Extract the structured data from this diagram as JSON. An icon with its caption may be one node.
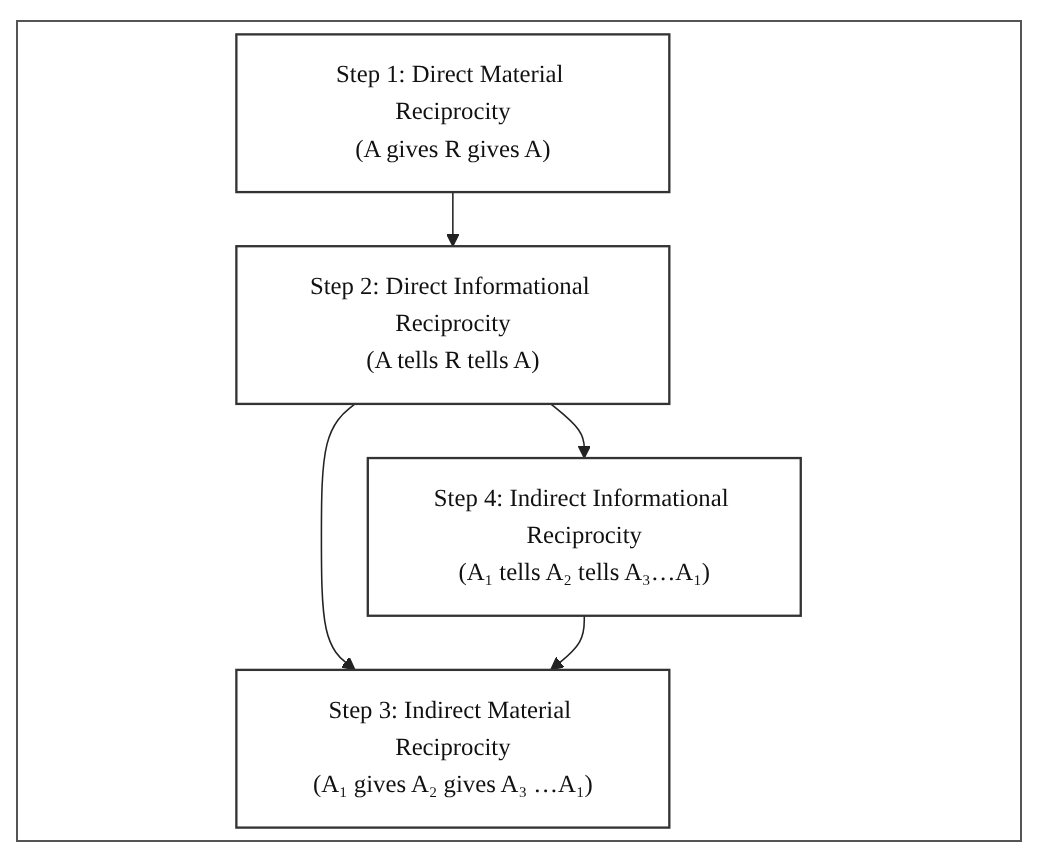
{
  "diagram": {
    "nodes": [
      {
        "text": [
          "Step 1: Direct Material Reciprocity",
          "(A gives R gives A)"
        ]
      },
      {
        "text": [
          "Step 2: Direct Informational Reciprocity",
          "(A tells R tells A)"
        ]
      },
      {
        "text": [
          "Step 3: Indirect Material Reciprocity",
          "(A₁ gives A₂ gives A₃ …A₁)"
        ]
      },
      {
        "text": [
          "Step 4: Indirect Informational Reciprocity",
          "(A₁ tells A₂ tells A₃…A₁)"
        ]
      }
    ],
    "edges": [
      {
        "from": 0,
        "to": 1,
        "arrow": "to"
      },
      {
        "from": 1,
        "to": 2,
        "arrow": "to"
      },
      {
        "from": 1,
        "to": 3,
        "arrow": "to"
      },
      {
        "from": 3,
        "to": 2,
        "arrow": "to"
      }
    ]
  }
}
